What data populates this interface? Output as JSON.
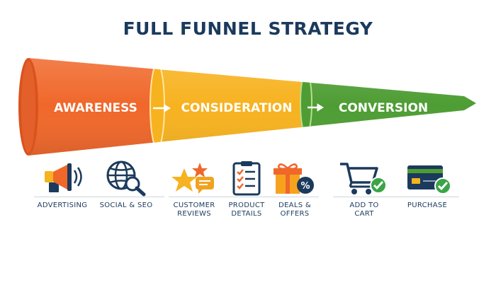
{
  "title": "FULL FUNNEL STRATEGY",
  "stages": [
    {
      "label": "AWARENESS",
      "color": "#f0672a"
    },
    {
      "label": "CONSIDERATION",
      "color": "#f7b21f"
    },
    {
      "label": "CONVERSION",
      "color": "#4e9d34"
    }
  ],
  "touchpoints": [
    {
      "label": "ADVERTISING",
      "icon": "megaphone-icon"
    },
    {
      "label": "SOCIAL & SEO",
      "icon": "globe-search-icon"
    },
    {
      "label": "CUSTOMER\nREVIEWS",
      "icon": "stars-chat-icon"
    },
    {
      "label": "PRODUCT\nDETAILS",
      "icon": "checklist-clipboard-icon"
    },
    {
      "label": "DEALS &\nOFFERS",
      "icon": "gift-percent-icon"
    },
    {
      "label": "ADD TO\nCART",
      "icon": "cart-check-icon"
    },
    {
      "label": "PURCHASE",
      "icon": "credit-card-check-icon"
    }
  ],
  "colors": {
    "navy": "#1b3a5c",
    "check": "#3aa547"
  }
}
